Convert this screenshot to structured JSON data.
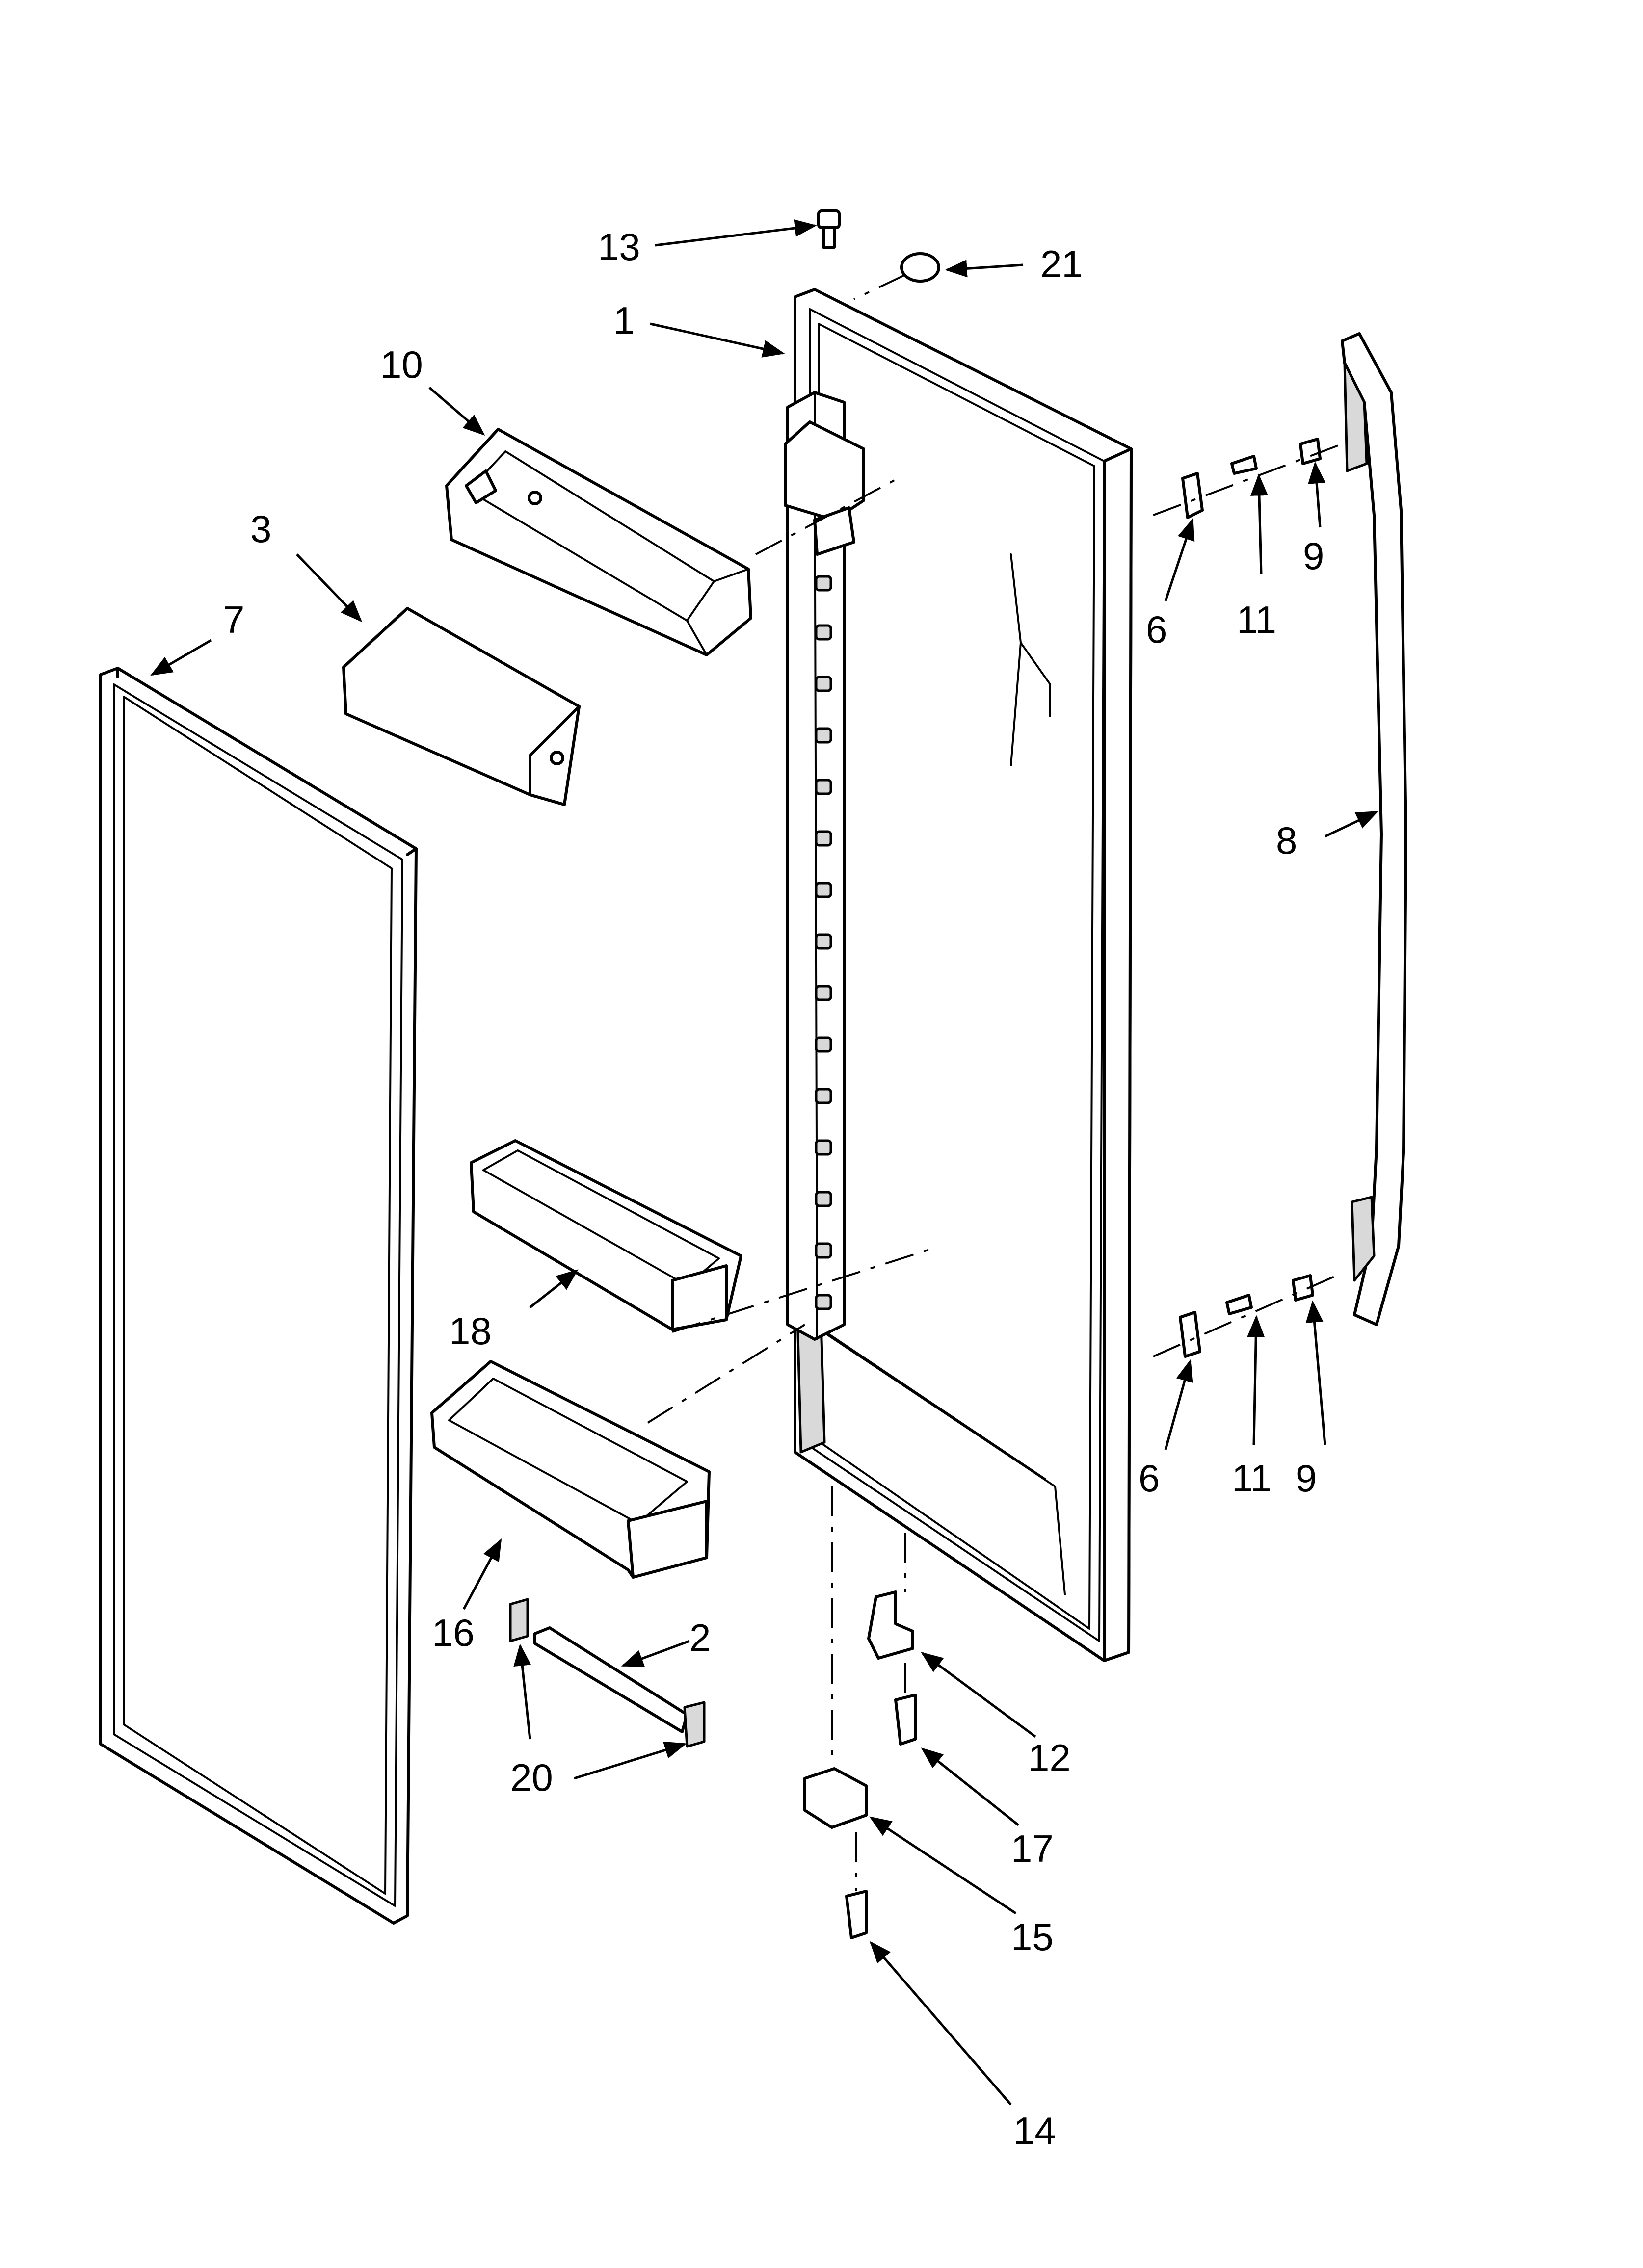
{
  "callouts": {
    "c1": "1",
    "c2": "2",
    "c3": "3",
    "c6a": "6",
    "c6b": "6",
    "c7": "7",
    "c8": "8",
    "c9a": "9",
    "c9b": "9",
    "c10": "10",
    "c11a": "11",
    "c11b": "11",
    "c12": "12",
    "c13": "13",
    "c14": "14",
    "c15": "15",
    "c16": "16",
    "c17": "17",
    "c18": "18",
    "c20": "20",
    "c21": "21"
  }
}
